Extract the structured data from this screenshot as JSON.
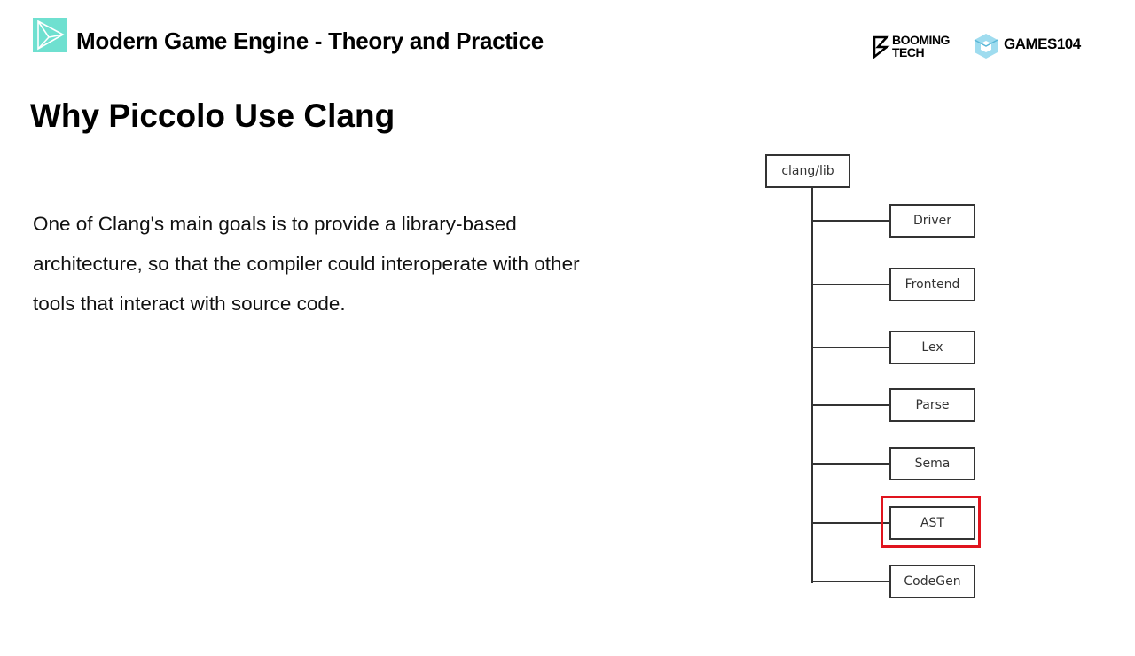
{
  "header": {
    "title": "Modern Game Engine - Theory and Practice",
    "logos": {
      "booming_line1": "BOOMING",
      "booming_line2": "TECH",
      "games": "GAMES104"
    }
  },
  "slide": {
    "title": "Why Piccolo Use Clang",
    "body": "One of Clang's main goals is to provide a library-based architecture, so that the compiler could interoperate with other tools that interact with source code."
  },
  "diagram": {
    "root": "clang/lib",
    "children": [
      "Driver",
      "Frontend",
      "Lex",
      "Parse",
      "Sema",
      "AST",
      "CodeGen"
    ],
    "highlighted": "AST",
    "highlight_color": "#e0141e"
  },
  "colors": {
    "accent": "#6fe0d0"
  }
}
